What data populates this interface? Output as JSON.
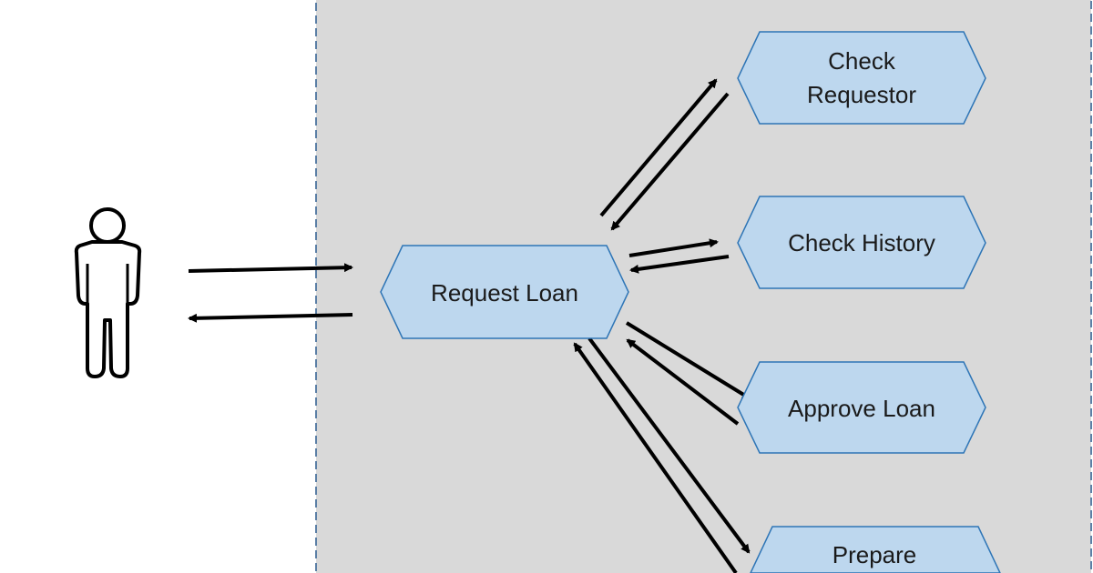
{
  "nodes": {
    "request_loan": "Request Loan",
    "check_requestor": [
      "Check",
      "Requestor"
    ],
    "check_history": "Check History",
    "approve_loan": "Approve Loan",
    "prepare": "Prepare"
  },
  "colors": {
    "boundary_fill": "#d9d9d9",
    "boundary_stroke": "#5b7fa6",
    "node_fill": "#bdd7ee",
    "node_stroke": "#2e75b6",
    "arrow": "#000000"
  }
}
